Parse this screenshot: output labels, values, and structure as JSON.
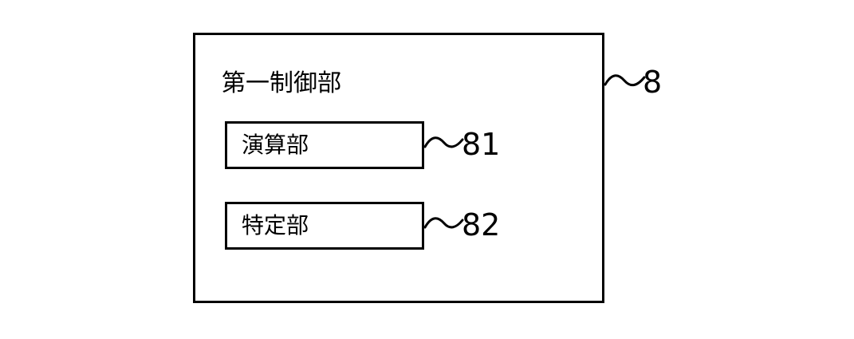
{
  "figure": {
    "background_color": "#ffffff",
    "line_color": "#000000",
    "outer_block": {
      "title": "第一制御部",
      "reference_numeral": "8",
      "leader_icon": "wavy-leader-icon"
    },
    "inner_blocks": [
      {
        "label": "演算部",
        "reference_numeral": "81",
        "leader_icon": "wavy-leader-icon"
      },
      {
        "label": "特定部",
        "reference_numeral": "82",
        "leader_icon": "wavy-leader-icon"
      }
    ]
  }
}
